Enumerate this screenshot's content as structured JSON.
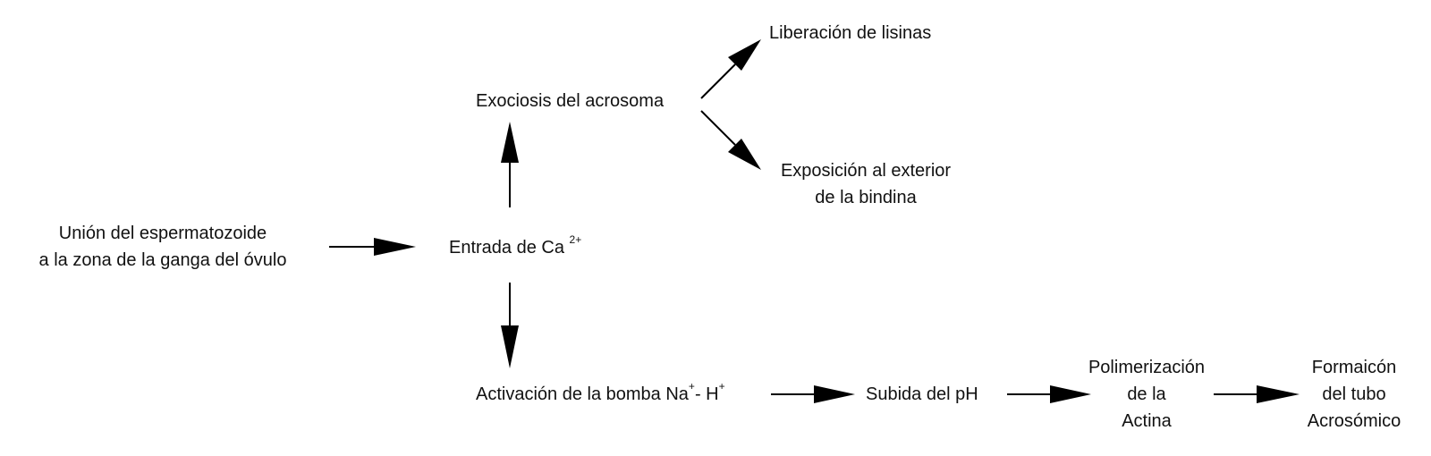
{
  "nodes": {
    "binding": {
      "line1": "Unión del espermatozoide",
      "line2": "a la zona de la ganga del óvulo"
    },
    "calcium": {
      "text": "Entrada de Ca",
      "sup": "2+"
    },
    "exocytosis": {
      "text": "Exociosis del acrosoma"
    },
    "lysins": {
      "text": "Liberación de lisinas"
    },
    "bindin": {
      "line1": "Exposición al exterior",
      "line2": "de la bindina"
    },
    "pump": {
      "text": "Activación de la bomba Na",
      "sup1": "+",
      "mid": "- H",
      "sup2": "+"
    },
    "ph": {
      "text": "Subida del pH"
    },
    "actin": {
      "line1": "Polimerización",
      "line2": "de la",
      "line3": "Actina"
    },
    "tube": {
      "line1": "Formaicón",
      "line2": "del tubo",
      "line3": "Acrosómico"
    }
  }
}
